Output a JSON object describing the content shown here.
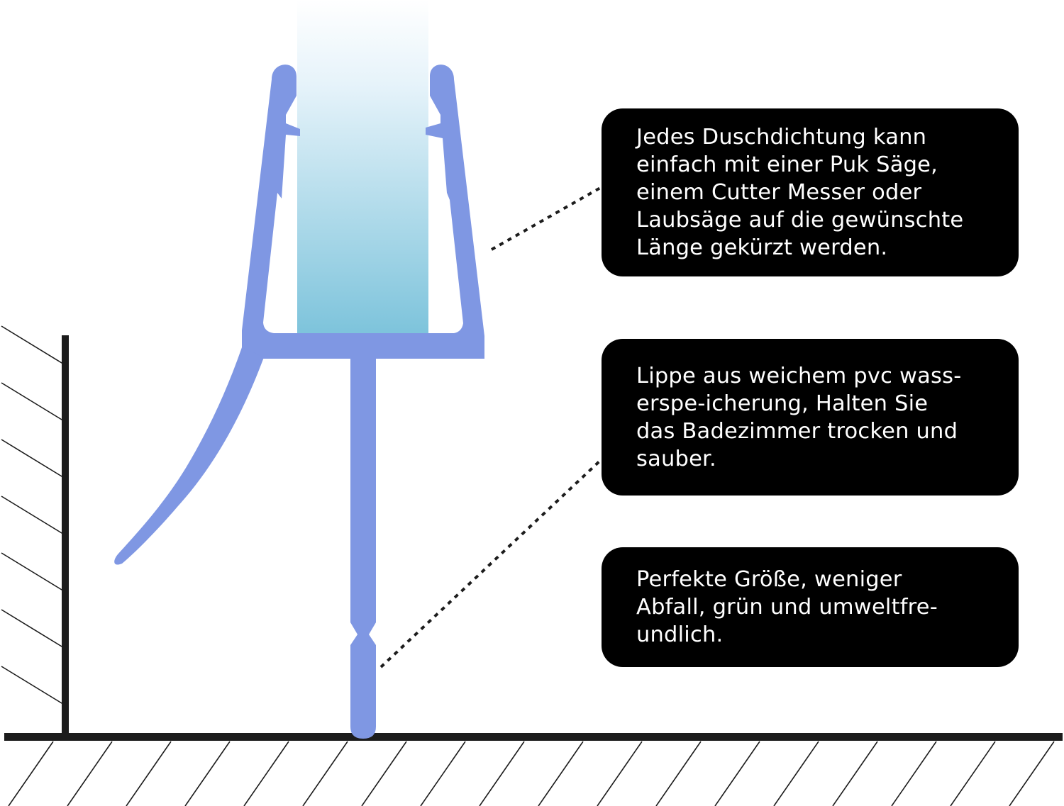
{
  "colors": {
    "seal": "#7f97e3",
    "glass_top": "#eaf5fb",
    "glass_bottom": "#7cc3db",
    "ink": "#1c1c1c",
    "callout_bg": "#000000",
    "callout_text": "#ffffff"
  },
  "callouts": [
    {
      "text": "Jedes Duschdichtung kann\neinfach mit einer Puk Säge,\neinem Cutter Messer oder\nLaubsäge auf die gewünschte\nLänge gekürzt werden."
    },
    {
      "text": "Lippe aus weichem pvc wass-\nerspe-icherung, Halten Sie\ndas Badezimmer trocken und\nsauber."
    },
    {
      "text": "Perfekte Größe, weniger\nAbfall, grün und umweltfre-\nundlich."
    }
  ]
}
